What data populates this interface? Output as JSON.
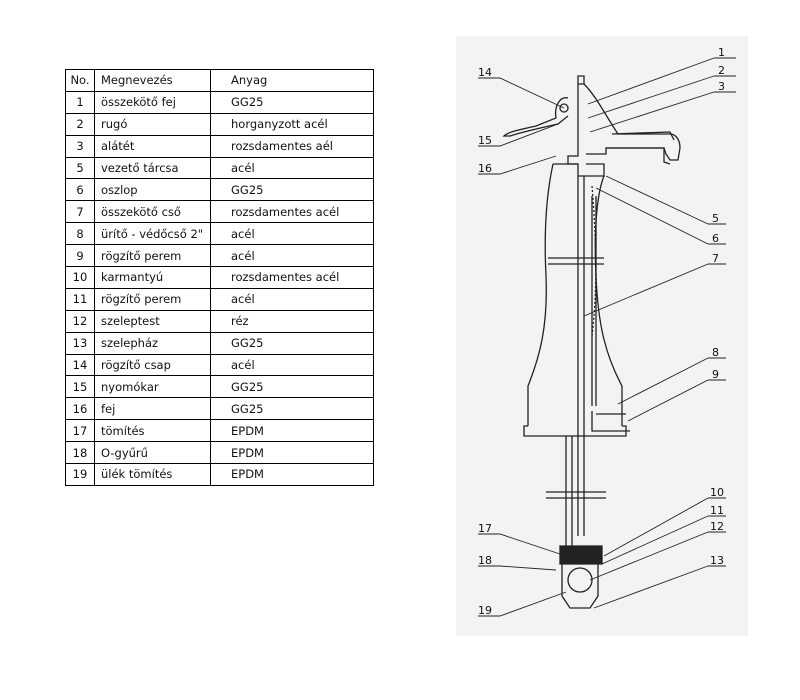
{
  "table": {
    "headers": {
      "no": "No.",
      "name": "Megnevezés",
      "material": "Anyag"
    },
    "rows": [
      {
        "no": "1",
        "name": "összekötő fej",
        "material": "GG25"
      },
      {
        "no": "2",
        "name": "rugó",
        "material": "horganyzott acél"
      },
      {
        "no": "3",
        "name": "alátét",
        "material": "rozsdamentes aél"
      },
      {
        "no": "5",
        "name": "vezető tárcsa",
        "material": "acél"
      },
      {
        "no": "6",
        "name": "oszlop",
        "material": "GG25"
      },
      {
        "no": "7",
        "name": "összekötő cső",
        "material": "rozsdamentes acél"
      },
      {
        "no": "8",
        "name": "ürítő - védőcső 2\"",
        "material": "acél"
      },
      {
        "no": "9",
        "name": "rögzítő perem",
        "material": "acél"
      },
      {
        "no": "10",
        "name": "karmantyú",
        "material": "rozsdamentes acél"
      },
      {
        "no": "11",
        "name": "rögzítő perem",
        "material": "acél"
      },
      {
        "no": "12",
        "name": "szeleptest",
        "material": "réz"
      },
      {
        "no": "13",
        "name": "szelepház",
        "material": "GG25"
      },
      {
        "no": "14",
        "name": "rögzítő csap",
        "material": "acél"
      },
      {
        "no": "15",
        "name": "nyomókar",
        "material": "GG25"
      },
      {
        "no": "16",
        "name": "fej",
        "material": "GG25"
      },
      {
        "no": "17",
        "name": "tömítés",
        "material": "EPDM"
      },
      {
        "no": "18",
        "name": "O-gyűrű",
        "material": "EPDM"
      },
      {
        "no": "19",
        "name": "ülék tömítés",
        "material": "EPDM"
      }
    ]
  },
  "diagram": {
    "callouts": [
      "1",
      "2",
      "3",
      "5",
      "6",
      "7",
      "8",
      "9",
      "10",
      "11",
      "12",
      "13",
      "14",
      "15",
      "16",
      "17",
      "18",
      "19"
    ]
  }
}
